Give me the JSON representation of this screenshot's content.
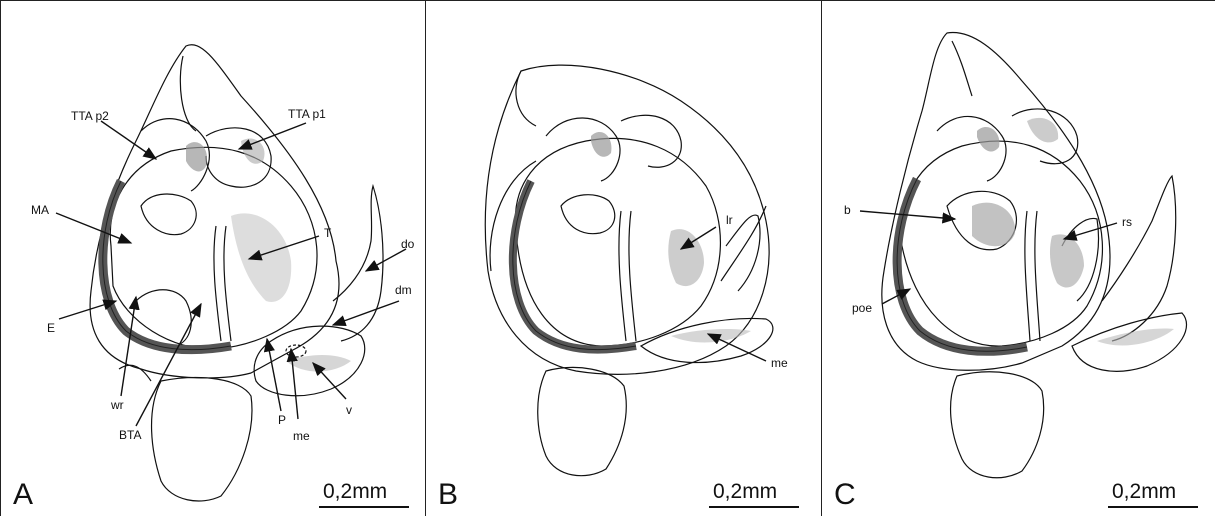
{
  "panels": [
    {
      "letter": "A",
      "scale_label": "0,2mm",
      "labels": {
        "ttap2": "TTA p2",
        "ttap1": "TTA p1",
        "ma": "MA",
        "t": "T",
        "do": "do",
        "dm": "dm",
        "e": "E",
        "wr": "wr",
        "bta": "BTA",
        "p": "P",
        "me": "me",
        "v": "v"
      }
    },
    {
      "letter": "B",
      "scale_label": "0,2mm",
      "labels": {
        "lr": "lr",
        "me": "me"
      }
    },
    {
      "letter": "C",
      "scale_label": "0,2mm",
      "labels": {
        "b": "b",
        "rs": "rs",
        "poe": "poe"
      }
    }
  ]
}
